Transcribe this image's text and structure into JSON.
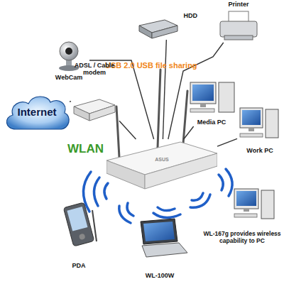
{
  "diagram": {
    "nodes": [
      {
        "text": [
          "WebCam"
        ]
      },
      {
        "text": [
          "HDD"
        ]
      },
      {
        "text": [
          "Printer"
        ]
      },
      {
        "text": [
          "Internet"
        ]
      },
      {
        "text": [
          "ADSL / Cable modem"
        ]
      },
      {
        "text": [
          "ASUS"
        ]
      },
      {
        "text": [
          "Media PC"
        ]
      },
      {
        "text": [
          "Work PC"
        ]
      },
      {
        "text": [
          "WL-167g provides wireless capability to PC"
        ]
      },
      {
        "text": [
          "PDA"
        ]
      },
      {
        "text": [
          "WL-100W"
        ]
      }
    ],
    "edges": [
      {
        "from": 3,
        "to": 4,
        "arrow": "none"
      },
      {
        "from": 4,
        "to": 5,
        "arrow": "none"
      },
      {
        "from": 5,
        "to": 0,
        "arrow": "none"
      },
      {
        "from": 5,
        "to": 1,
        "arrow": "none"
      },
      {
        "from": 5,
        "to": 2,
        "arrow": "none"
      },
      {
        "from": 5,
        "to": 6,
        "arrow": "none"
      },
      {
        "from": 5,
        "to": 7,
        "arrow": "none"
      }
    ],
    "labels": [
      "USB 2.0 USB file sharing",
      "WLAN"
    ]
  }
}
